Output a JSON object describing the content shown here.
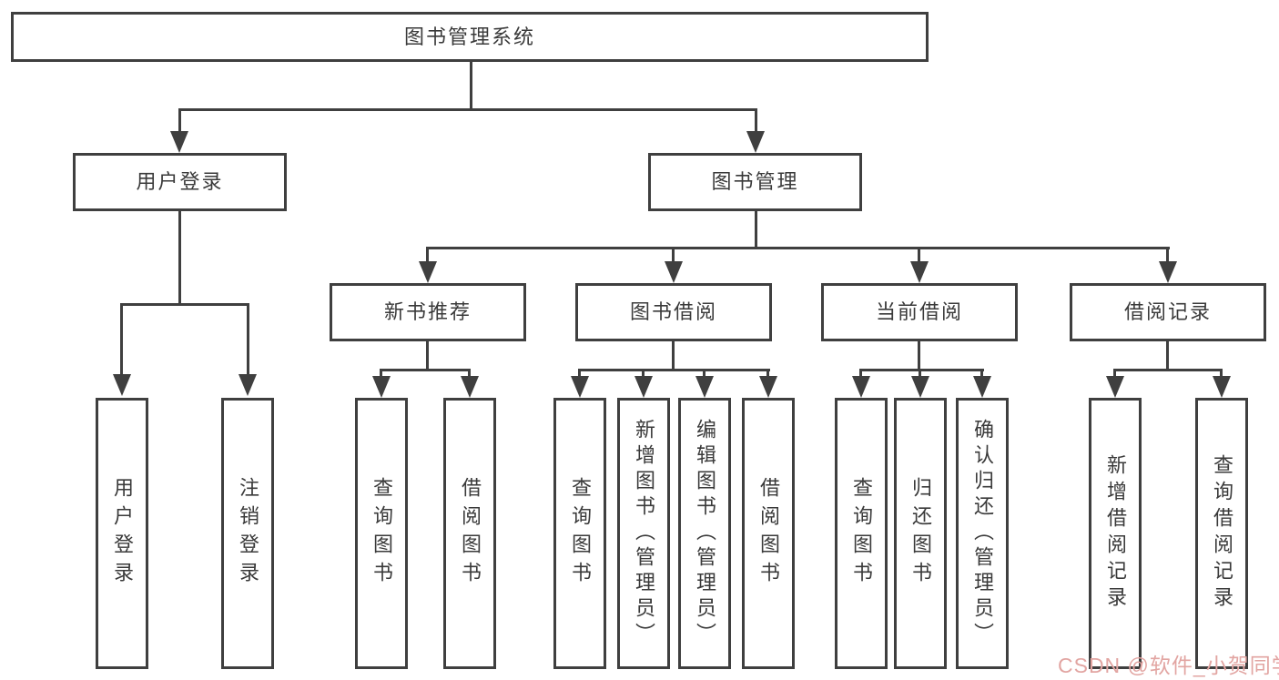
{
  "title": "图书管理系统",
  "watermark": "CSDN @软件_小贺同学",
  "colors": {
    "line": "#3f3f3f",
    "text": "#3a3a3a",
    "watermark": "#e2a5a2",
    "background": "#ffffff"
  },
  "nodes": {
    "root": "图书管理系统",
    "level1": [
      "用户登录",
      "图书管理"
    ],
    "level2": [
      "新书推荐",
      "图书借阅",
      "当前借阅",
      "借阅记录"
    ],
    "leaves": {
      "user_login": [
        "用户登录",
        "注销登录"
      ],
      "new_book_recommend": [
        "查询图书",
        "借阅图书"
      ],
      "book_borrow": [
        "查询图书",
        "新增图书（管理员）",
        "编辑图书（管理员）",
        "借阅图书"
      ],
      "current_borrow": [
        "查询图书",
        "归还图书",
        "确认归还（管理员）"
      ],
      "borrow_record": [
        "新增借阅记录",
        "查询借阅记录"
      ]
    }
  }
}
